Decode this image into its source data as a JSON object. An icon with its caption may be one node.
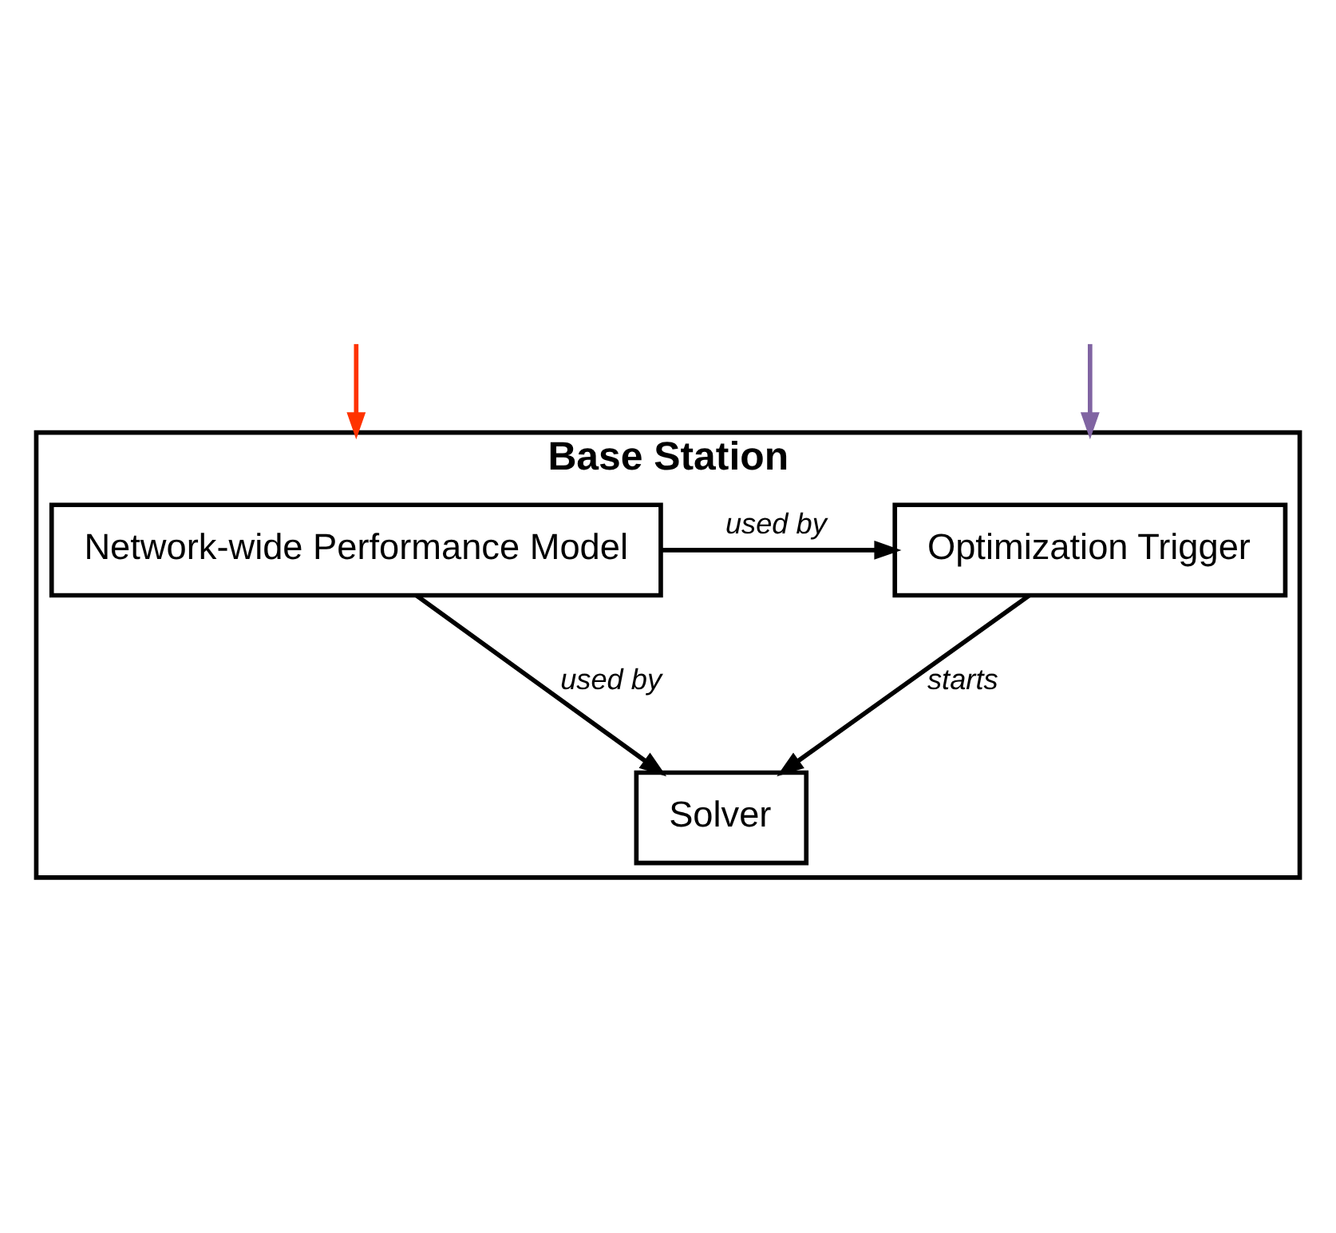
{
  "diagram": {
    "nodes": [
      {
        "text": [
          "Base Station"
        ]
      },
      {
        "text": [
          "Network-wide Performance Model"
        ],
        "in": 0
      },
      {
        "text": [
          "Optimization Trigger"
        ],
        "in": 0
      },
      {
        "text": [
          "Solver"
        ],
        "in": 0
      }
    ],
    "edges": [
      {
        "from": null,
        "to": 0,
        "arrow": "to",
        "color": "#ff3300"
      },
      {
        "from": null,
        "to": 0,
        "arrow": "to",
        "color": "#8064a2"
      },
      {
        "from": 1,
        "to": 2,
        "arrow": "to",
        "label": "used by"
      },
      {
        "from": 2,
        "to": 3,
        "arrow": "to",
        "label": "starts"
      },
      {
        "from": 1,
        "to": 3,
        "arrow": "to",
        "label": "used by"
      }
    ]
  }
}
